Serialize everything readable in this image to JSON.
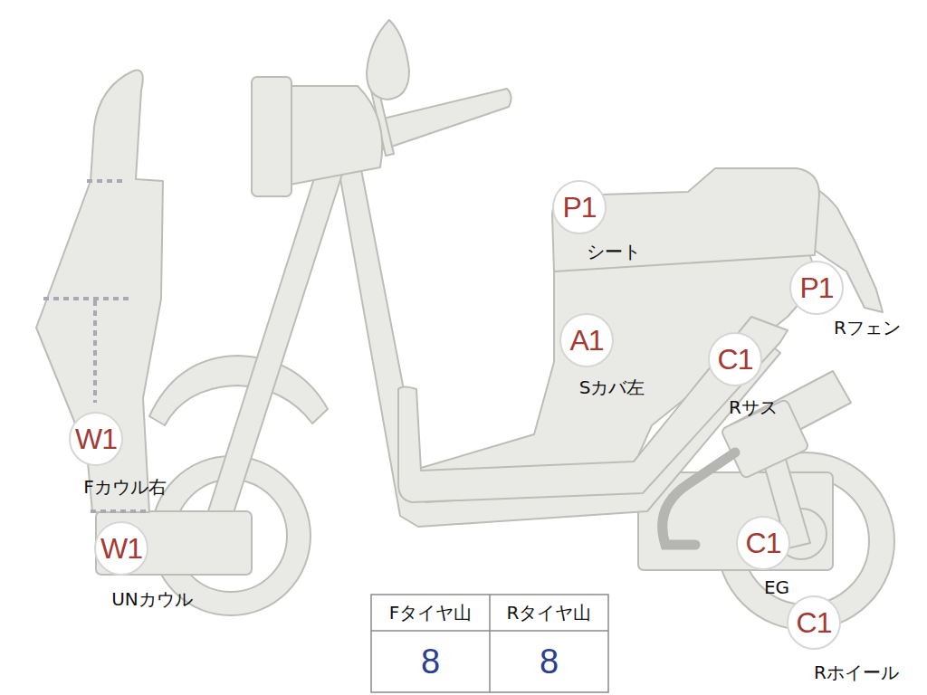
{
  "diagram": {
    "nodes": [
      {
        "text": [
          "P1",
          "シート"
        ]
      },
      {
        "text": [
          "P1",
          "Rフェン"
        ]
      },
      {
        "text": [
          "A1",
          "Sカバ左"
        ]
      },
      {
        "text": [
          "C1",
          "Rサス"
        ]
      },
      {
        "text": [
          "W1",
          "Fカウル右"
        ]
      },
      {
        "text": [
          "C1",
          "EG"
        ]
      },
      {
        "text": [
          "W1",
          "UNカウル"
        ]
      },
      {
        "text": [
          "C1",
          "Rホイール"
        ]
      }
    ],
    "labels": [
      "Fタイヤ山",
      "Rタイヤ山",
      "8",
      "8"
    ]
  }
}
